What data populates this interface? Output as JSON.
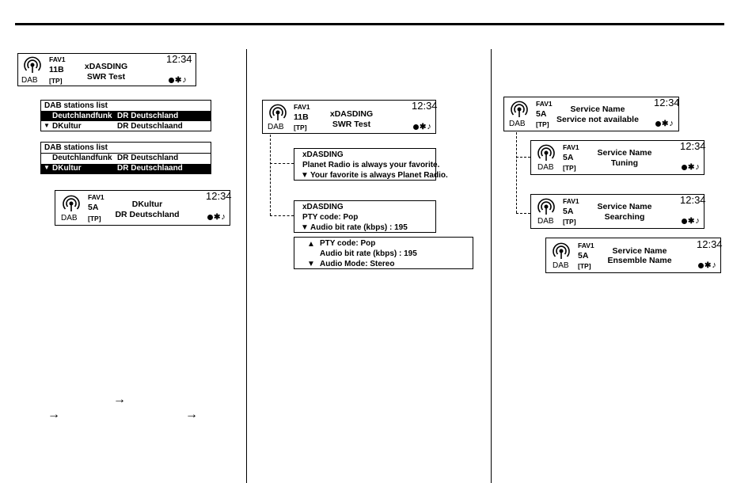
{
  "col1": {
    "display1": {
      "fav": "FAV1",
      "channel": "11B",
      "tp": "[TP]",
      "band": "DAB",
      "line1": "xDASDING",
      "line2": "SWR Test",
      "time": "12:34"
    },
    "list1": {
      "title": "DAB stations list",
      "rows": [
        {
          "name": "Deutchlandfunk",
          "ensemble": "DR Deutschland",
          "selected": true
        },
        {
          "name": "DKultur",
          "ensemble": "DR Deutschlaand",
          "selected": false
        }
      ]
    },
    "list2": {
      "title": "DAB stations list",
      "rows": [
        {
          "name": "Deutchlandfunk",
          "ensemble": "DR Deutschland",
          "selected": false
        },
        {
          "name": "DKultur",
          "ensemble": "DR Deutschlaand",
          "selected": true
        }
      ]
    },
    "display2": {
      "fav": "FAV1",
      "channel": "5A",
      "tp": "[TP]",
      "band": "DAB",
      "line1": "DKultur",
      "line2": "DR Deutschland",
      "time": "12:34"
    },
    "arrows": [
      "→",
      "→",
      "→"
    ]
  },
  "col2": {
    "display": {
      "fav": "FAV1",
      "channel": "11B",
      "tp": "[TP]",
      "band": "DAB",
      "line1": "xDASDING",
      "line2": "SWR Test",
      "time": "12:34"
    },
    "info1": {
      "line1": "xDASDING",
      "line2": "Planet Radio is always your favorite.",
      "line3": "Your favorite is always Planet Radio."
    },
    "info2": {
      "line1": "xDASDING",
      "line2": "PTY code: Pop",
      "line3": "Audio bit rate (kbps) : 195"
    },
    "info3": {
      "line1": "PTY code: Pop",
      "line2": "Audio bit rate (kbps) : 195",
      "line3": "Audio Mode: Stereo"
    }
  },
  "col3": {
    "display1": {
      "fav": "FAV1",
      "channel": "5A",
      "tp": "[TP]",
      "band": "DAB",
      "line1": "Service Name",
      "line2": "Service not available",
      "time": "12:34"
    },
    "display2": {
      "fav": "FAV1",
      "channel": "5A",
      "tp": "[TP]",
      "band": "DAB",
      "line1": "Service Name",
      "line2": "Tuning",
      "time": "12:34"
    },
    "display3": {
      "fav": "FAV1",
      "channel": "5A",
      "tp": "[TP]",
      "band": "DAB",
      "line1": "Service Name",
      "line2": "Searching",
      "time": "12:34"
    },
    "display4": {
      "fav": "FAV1",
      "channel": "5A",
      "tp": "[TP]",
      "band": "DAB",
      "line1": "Service Name",
      "line2": "Ensemble Name",
      "time": "12:34"
    }
  },
  "icons": {
    "radio": "radio-wave-icon",
    "cd": "cd-icon",
    "bluetooth": "bluetooth-icon",
    "music": "music-note-icon",
    "arrow": "arrow-right-icon"
  }
}
